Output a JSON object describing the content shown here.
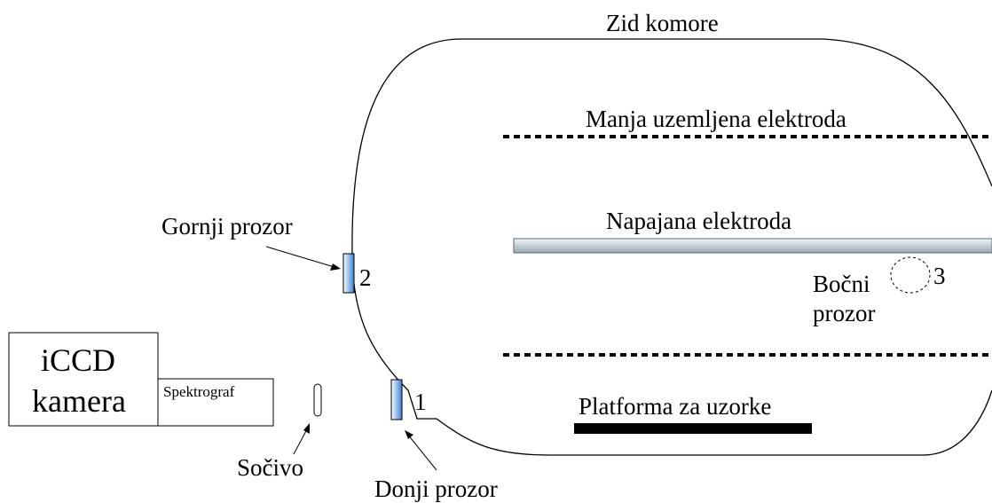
{
  "labels": {
    "chamber_wall": "Zid komore",
    "grounded_electrode": "Manja uzemljena elektroda",
    "powered_electrode": "Napajana elektroda",
    "sample_platform": "Platforma za uzorke",
    "upper_window": "Gornji prozor",
    "lower_window": "Donji prozor",
    "side_window_line1": "Bočni",
    "side_window_line2": "prozor",
    "lens": "Sočivo",
    "camera_line1": "iCCD",
    "camera_line2": "kamera",
    "spectrograph": "Spektrograf",
    "window_1": "1",
    "window_2": "2",
    "window_3": "3"
  },
  "colors": {
    "window_blue": "#3a7fd5",
    "electrode_gray": "#b8c4cc"
  }
}
